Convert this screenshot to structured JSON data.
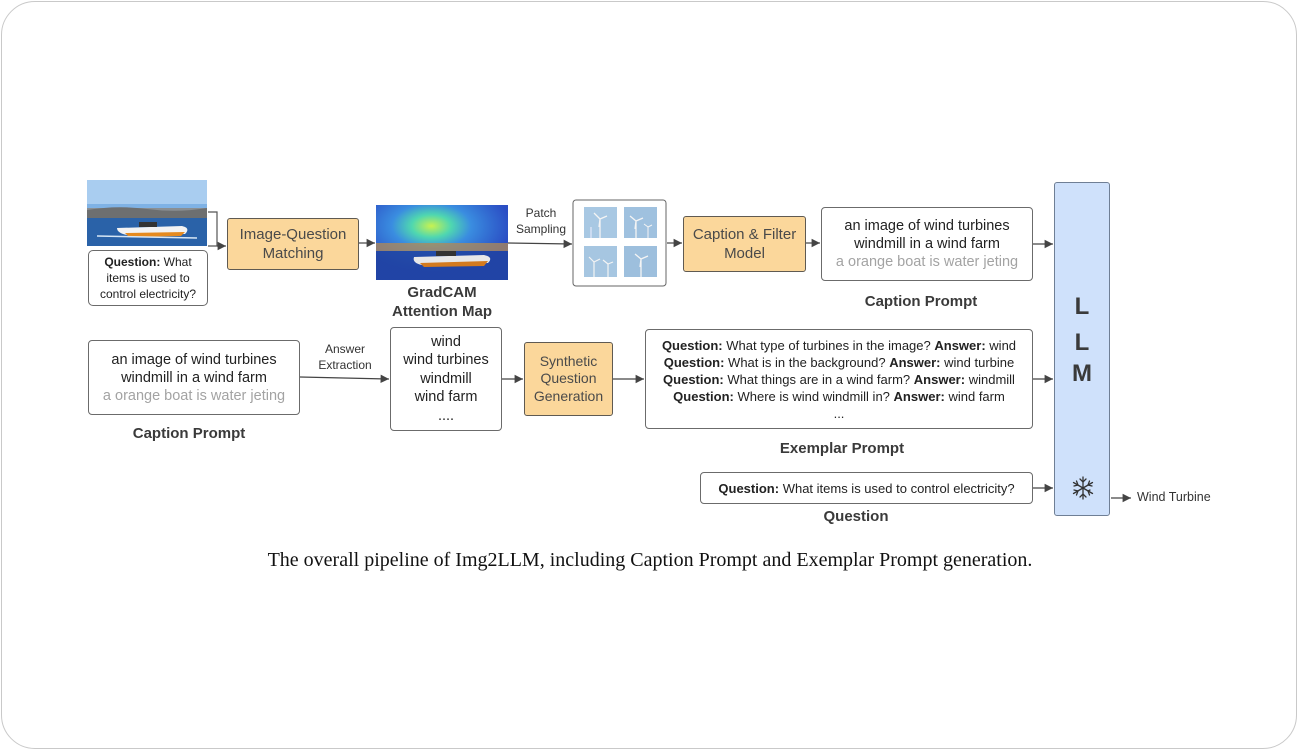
{
  "question_box": {
    "q_label": "Question:",
    "q_text": "What items is used to control electricity?",
    "lines": [
      "What",
      "items is used to",
      "control electricity?"
    ]
  },
  "image_question_matching": {
    "line1": "Image-Question",
    "line2": "Matching"
  },
  "gradcam": {
    "label_line1": "GradCAM",
    "label_line2": "Attention Map"
  },
  "patch_sampling": {
    "line1": "Patch",
    "line2": "Sampling"
  },
  "caption_filter": {
    "line1": "Caption & Filter",
    "line2": "Model"
  },
  "caption_prompt_top": {
    "line1": "an image of wind turbines",
    "line2": "windmill in a wind farm",
    "line3_filtered": "a orange boat is water jeting",
    "label": "Caption Prompt"
  },
  "caption_prompt_left": {
    "line1": "an image of wind turbines",
    "line2": "windmill in a wind farm",
    "line3_filtered": "a orange boat is water jeting",
    "label": "Caption Prompt"
  },
  "answer_extraction": {
    "line1": "Answer",
    "line2": "Extraction"
  },
  "answers": [
    "wind",
    "wind turbines",
    "windmill",
    "wind farm",
    "...."
  ],
  "synthetic_qg": {
    "line1": "Synthetic",
    "line2": "Question",
    "line3": "Generation"
  },
  "exemplar_prompt": {
    "q_label": "Question:",
    "a_label": "Answer:",
    "pairs": [
      {
        "q": "What type of turbines in the image?",
        "a": "wind"
      },
      {
        "q": "What is in the background?",
        "a": "wind turbine"
      },
      {
        "q": "What things are in a wind farm?",
        "a": "windmill"
      },
      {
        "q": "Where is wind  windmill in?",
        "a": "wind farm"
      }
    ],
    "ellipsis": "...",
    "label": "Exemplar Prompt"
  },
  "question_input": {
    "q_label": "Question:",
    "q_text": "What items is used to control electricity?",
    "label": "Question"
  },
  "llm": {
    "letters": [
      "L",
      "L",
      "M"
    ],
    "frozen_icon": "snowflake-icon"
  },
  "output": {
    "text": "Wind Turbine"
  },
  "figure_caption": "The overall pipeline of Img2LLM, including Caption Prompt and Exemplar Prompt generation.",
  "colors": {
    "orange_fill": "#fbd79b",
    "llm_fill": "#cfe1fb",
    "filtered_text": "#a3a3a3"
  }
}
